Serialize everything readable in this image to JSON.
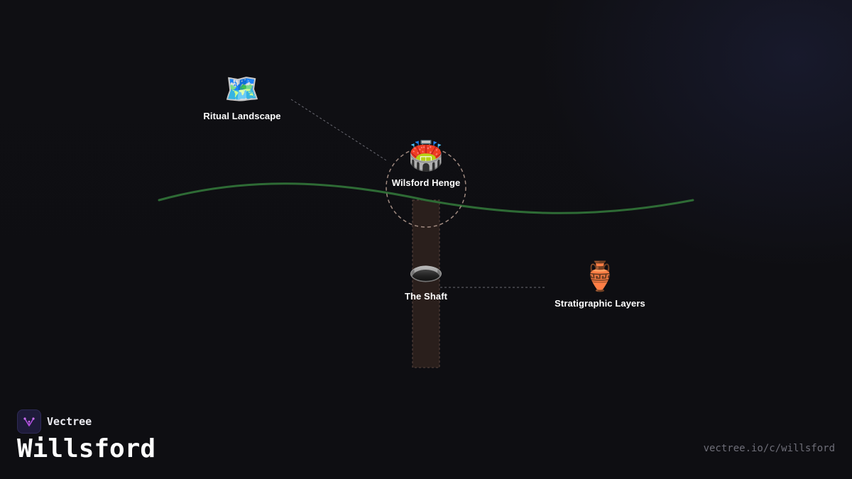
{
  "brand": {
    "name": "Vectree",
    "logo_icon": "vectree-logo-icon",
    "accent_color": "#b04ddf"
  },
  "page": {
    "title": "Willsford",
    "url": "vectree.io/c/willsford"
  },
  "colors": {
    "background": "#0f0f13",
    "ground_line": "#2e6b35",
    "shaft_fill": "#2a1f1c",
    "ring_stroke": "#a08a80",
    "connector": "#6a6a72"
  },
  "nodes": [
    {
      "id": "ritual-landscape",
      "label": "Ritual Landscape",
      "emoji": "🗺️",
      "icon": "world-map-icon"
    },
    {
      "id": "wilsford-henge",
      "label": "Wilsford Henge",
      "emoji": "🏟️",
      "icon": "stadium-icon"
    },
    {
      "id": "the-shaft",
      "label": "The Shaft",
      "emoji": "🕳️",
      "icon": "hole-icon"
    },
    {
      "id": "stratigraphic-layers",
      "label": "Stratigraphic Layers",
      "emoji": "🏺",
      "icon": "amphora-icon"
    }
  ],
  "edges": [
    {
      "from": "ritual-landscape",
      "to": "wilsford-henge"
    },
    {
      "from": "the-shaft",
      "to": "stratigraphic-layers"
    }
  ]
}
